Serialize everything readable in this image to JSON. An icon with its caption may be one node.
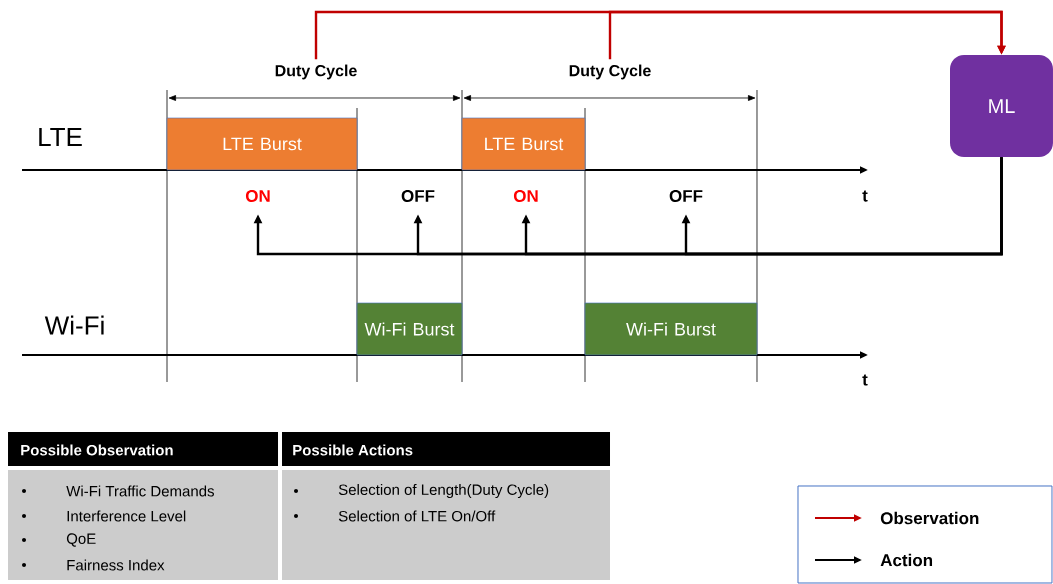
{
  "diagram": {
    "nodes": [
      {
        "text": [
          "Duty Cycle"
        ]
      },
      {
        "text": [
          "Duty Cycle"
        ]
      },
      {
        "text": [
          "ML"
        ]
      },
      {
        "text": [
          "LTE Burst"
        ]
      },
      {
        "text": [
          "LTE Burst"
        ]
      },
      {
        "text": [
          "ON"
        ]
      },
      {
        "text": [
          "OFF"
        ]
      },
      {
        "text": [
          "ON"
        ]
      },
      {
        "text": [
          "OFF"
        ]
      },
      {
        "text": [
          "Wi-Fi Burst"
        ]
      },
      {
        "text": [
          "Wi-Fi Burst"
        ]
      }
    ],
    "edges": [
      {
        "from": 0,
        "to": 2,
        "arrow": "to",
        "color": "#c00000"
      },
      {
        "from": 1,
        "to": 2,
        "arrow": "to",
        "color": "#c00000"
      },
      {
        "from": 2,
        "to": 5,
        "arrow": "to"
      },
      {
        "from": 2,
        "to": 6,
        "arrow": "to"
      },
      {
        "from": 2,
        "to": 7,
        "arrow": "to"
      },
      {
        "from": 2,
        "to": 8,
        "arrow": "to"
      }
    ],
    "labels": [
      "LTE",
      "t",
      "Wi-Fi",
      "t",
      "Possible Observation",
      "Possible Actions",
      "Wi-Fi Traffic Demands",
      "Interference Level",
      "QoE",
      "Fairness Index",
      "Selection of Length(Duty Cycle)",
      "Selection of LTE On/Off"
    ],
    "legend": [
      {
        "text": "Observation"
      },
      {
        "text": "Action"
      }
    ]
  }
}
